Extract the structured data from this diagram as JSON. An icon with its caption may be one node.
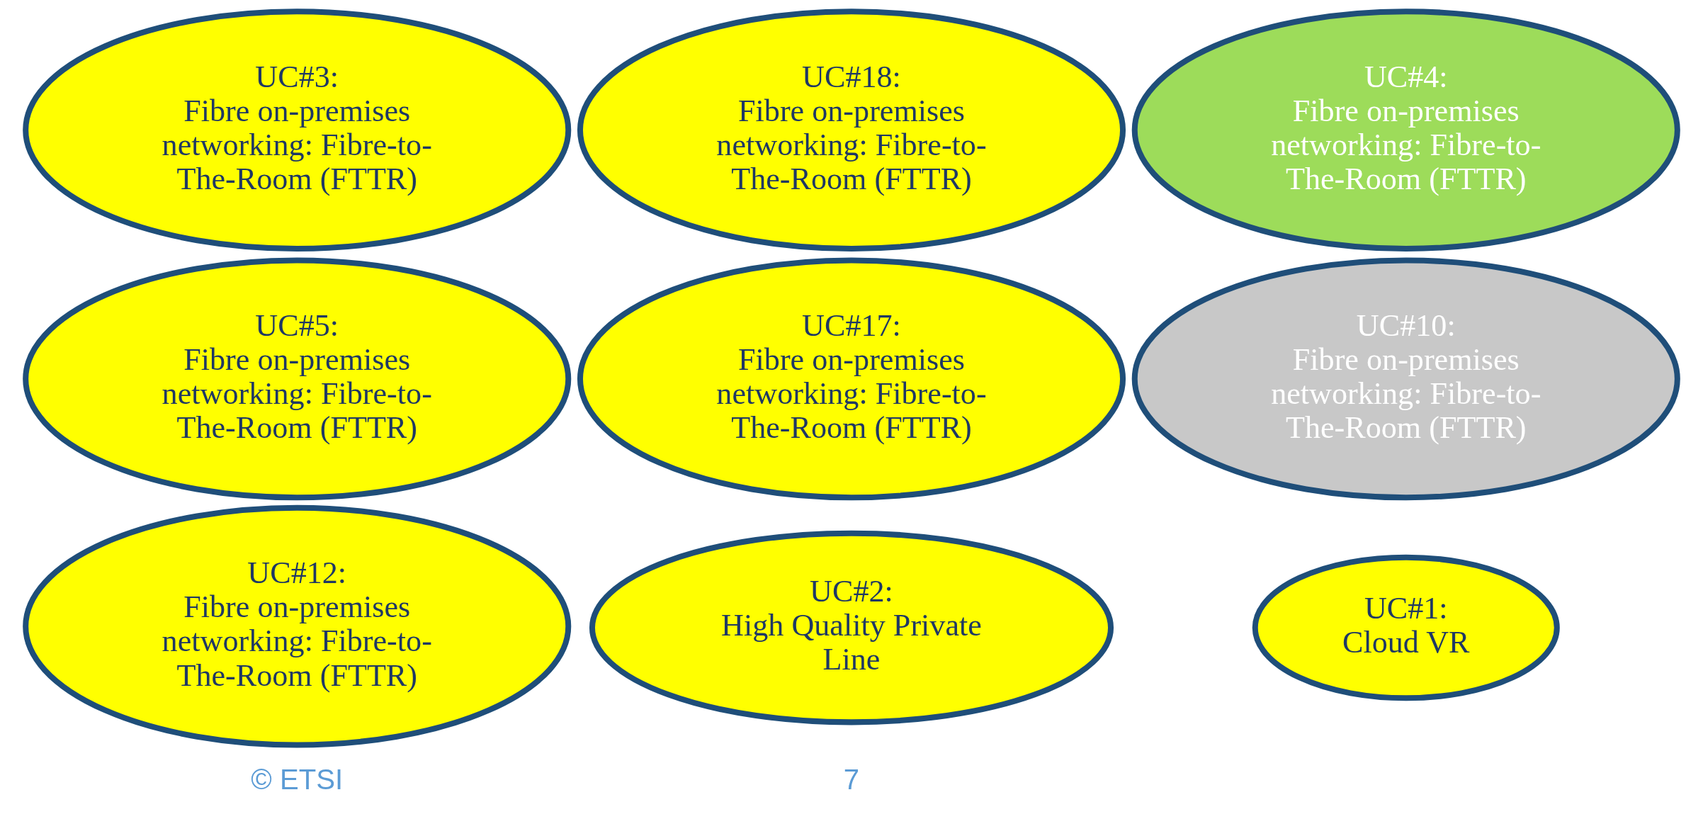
{
  "diagram": {
    "nodes": [
      {
        "text": [
          "UC#1:",
          "Cloud VR"
        ]
      },
      {
        "text": [
          "UC#2:",
          "High Quality Private Line"
        ]
      },
      {
        "text": [
          "UC#3:",
          "Fibre on-premises networking: Fibre-to-The-Room (FTTR)"
        ]
      },
      {
        "text": [
          "UC#18:",
          "Fibre on-premises networking: Fibre-to-The-Room (FTTR)"
        ]
      },
      {
        "text": [
          "UC#4:",
          "Fibre on-premises networking: Fibre-to-The-Room (FTTR)"
        ]
      },
      {
        "text": [
          "UC#5:",
          "Fibre on-premises networking: Fibre-to-The-Room (FTTR)"
        ]
      },
      {
        "text": [
          "UC#17:",
          "Fibre on-premises networking: Fibre-to-The-Room (FTTR)"
        ]
      },
      {
        "text": [
          "UC#10:",
          "Fibre on-premises networking: Fibre-to-The-Room (FTTR)"
        ]
      },
      {
        "text": [
          "UC#12:",
          "Fibre on-premises networking: Fibre-to-The-Room (FTTR)"
        ]
      }
    ],
    "edges": [],
    "labels": [
      "© ETSI",
      "7"
    ]
  }
}
